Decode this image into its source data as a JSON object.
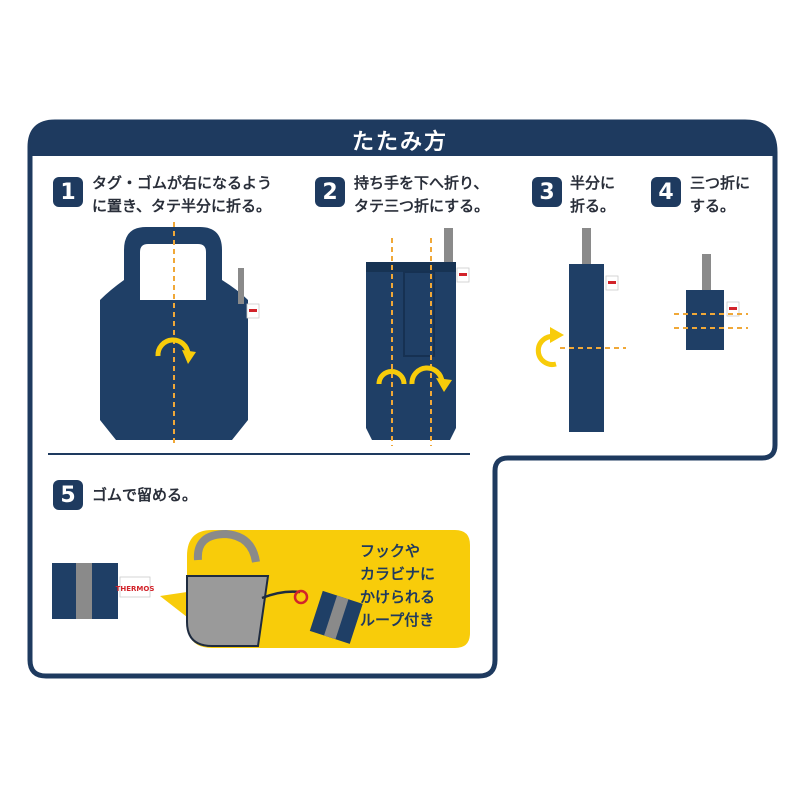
{
  "title": "たたみ方",
  "colors": {
    "navy": "#1e3a5f",
    "bag": "#1f3f66",
    "yellow": "#f8cc0a",
    "gray": "#8a8a8a",
    "tag_red": "#d2232a"
  },
  "steps": [
    {
      "num": "1",
      "lines": [
        "タグ・ゴムが右になるよう",
        "に置き、タテ半分に折る。"
      ]
    },
    {
      "num": "2",
      "lines": [
        "持ち手を下へ折り、",
        "タテ三つ折にする。"
      ]
    },
    {
      "num": "3",
      "lines": [
        "半分に",
        "折る。"
      ]
    },
    {
      "num": "4",
      "lines": [
        "三つ折に",
        "する。"
      ]
    },
    {
      "num": "5",
      "lines": [
        "ゴムで留める。"
      ]
    }
  ],
  "callout": {
    "lines": [
      "フックや",
      "カラビナに",
      "かけられる",
      "ループ付き"
    ]
  },
  "tag_label": "THERMOS"
}
